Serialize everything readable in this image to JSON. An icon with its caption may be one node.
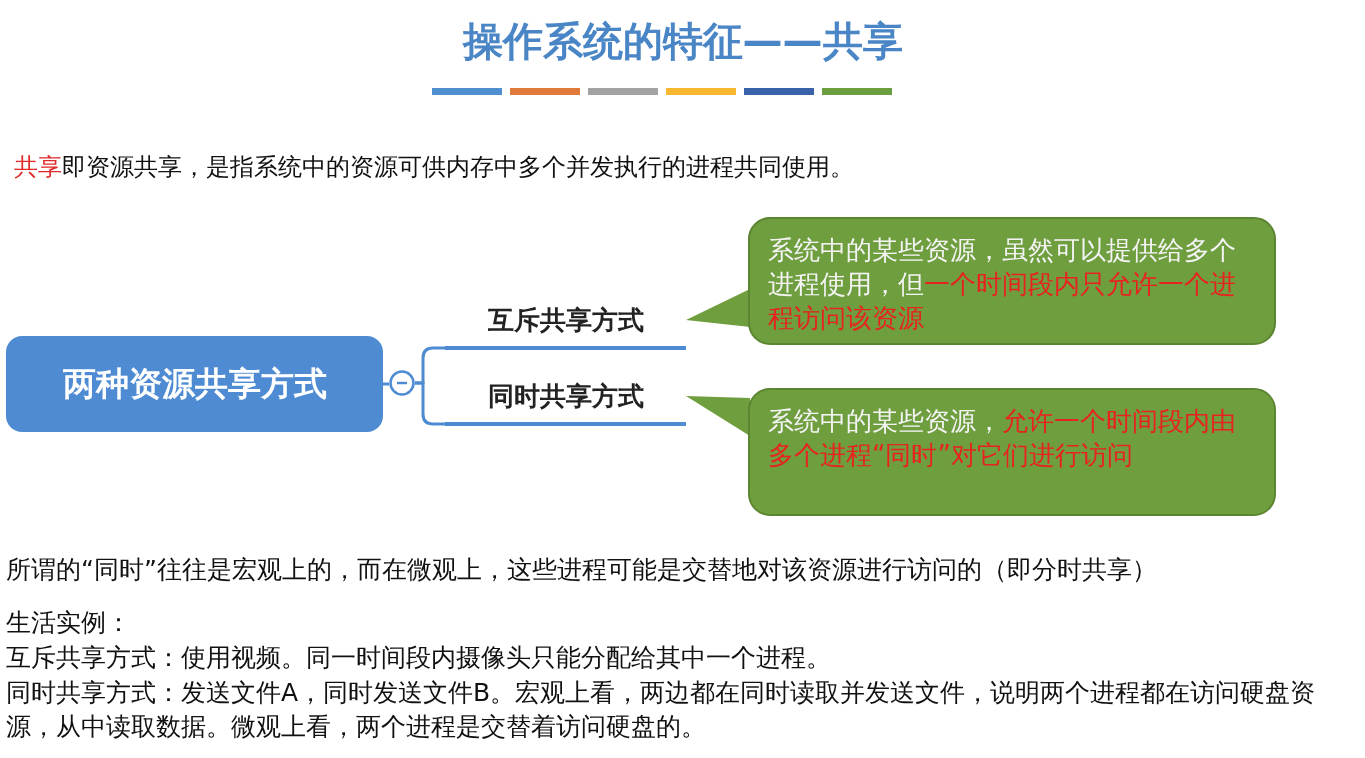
{
  "diagram": {
    "title": "操作系统的特征——共享",
    "nodes": [
      {
        "text": [
          "两种资源共享方式"
        ]
      },
      {
        "text": [],
        "shape": "circle"
      },
      {
        "text": [
          "互斥共享方式"
        ]
      },
      {
        "text": [
          "同时共享方式"
        ]
      },
      {
        "text": [
          "系统中的某些资源，虽然可以提供给多个进程使用，但**一个时间段内只允许一个进程访问该资源**"
        ]
      },
      {
        "text": [
          "系统中的某些资源，**允许一个时间段内由多个进程“同时”对它们进行访问**"
        ]
      }
    ],
    "edges": [
      {
        "from": 0,
        "to": 1,
        "arrow": "none"
      },
      {
        "from": 1,
        "to": 2,
        "arrow": "none"
      },
      {
        "from": 1,
        "to": 3,
        "arrow": "none"
      },
      {
        "from": 4,
        "to": 2,
        "arrow": "to"
      },
      {
        "from": 5,
        "to": 3,
        "arrow": "to"
      }
    ],
    "labels": [
      "**共享**即资源共享，是指系统中的资源可供内存中多个并发执行的进程共同使用。",
      "所谓的“同时”往往是宏观上的，而在微观上，这些进程可能是交替地对该资源进行访问的（即分时共享）",
      "生活实例：",
      "互斥共享方式：使用视频。同一时间段内摄像头只能分配给其中一个进程。",
      "同时共享方式：发送文件A，同时发送文件B。宏观上看，两边都在同时读取并发送文件，说明两个进程都在访问硬盘资源，从中读取数据。微观上看，两个进程是交替着访问硬盘的。"
    ]
  }
}
